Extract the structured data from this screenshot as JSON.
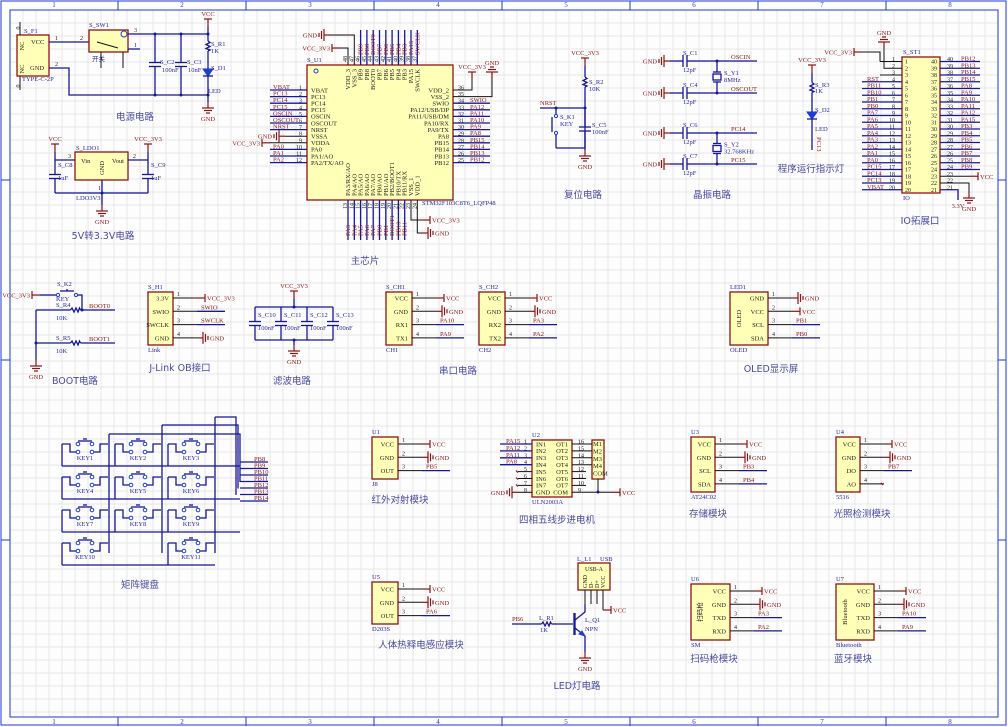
{
  "sheet": {
    "zones": [
      "1",
      "2",
      "3",
      "4",
      "5",
      "6",
      "7",
      "8"
    ]
  },
  "power": {
    "title": "电源电路",
    "f1": {
      "ref": "S_F1",
      "part": "TYPE-C-2P",
      "pin_vcc": "VCC",
      "pin_gnd": "GND",
      "pin_nc1": "NC",
      "pin_nc2": "NC",
      "num_vcc": "1",
      "num_gnd": "2",
      "num_nc1": "0",
      "num_nc2": "0"
    },
    "sw1": {
      "ref": "S_SW1",
      "label": "开关",
      "num_in": "2",
      "num_out": "3",
      "num_alt": "1"
    },
    "c2": {
      "ref": "S_C2",
      "value": "100nF"
    },
    "c3": {
      "ref": "S_C3",
      "value": "10nF"
    },
    "r1": {
      "ref": "S_R1",
      "value": "1K"
    },
    "d1": {
      "ref": "S_D1",
      "value": "LED"
    },
    "vcc": "VCC",
    "gnd": "GND"
  },
  "ldo": {
    "title": "5V转3.3V电路",
    "u": {
      "ref": "S_LDO1",
      "part": "LDO3V3",
      "vin": "Vin",
      "vout": "Vout",
      "gnd": "GND",
      "num_vin": "3",
      "num_vout": "2",
      "num_gnd": "1"
    },
    "c8": {
      "ref": "S_C8",
      "value": "1uF"
    },
    "c9": {
      "ref": "S_C9",
      "value": "1uF"
    },
    "vcc": "VCC",
    "vcc3": "VCC_3V3",
    "gnd": "GND"
  },
  "mcu": {
    "title": "主芯片",
    "ref": "S_U1",
    "part": "STM32F103C8T6_LQFP48",
    "left": [
      {
        "n": "1",
        "name": "VBAT",
        "net": "VBAT"
      },
      {
        "n": "2",
        "name": "PC13",
        "net": "PC13"
      },
      {
        "n": "3",
        "name": "PC14",
        "net": "PC14"
      },
      {
        "n": "4",
        "name": "PC15",
        "net": "PC15"
      },
      {
        "n": "5",
        "name": "OSCIN",
        "net": "OSCIN"
      },
      {
        "n": "6",
        "name": "OSCOUT",
        "net": "OSCOUT"
      },
      {
        "n": "7",
        "name": "NRST",
        "net": "NRST"
      },
      {
        "n": "8",
        "name": "VSSA",
        "net": "GND"
      },
      {
        "n": "9",
        "name": "VDDA",
        "net": "VCC_3V3"
      },
      {
        "n": "10",
        "name": "PA0",
        "net": "PA0"
      },
      {
        "n": "11",
        "name": "PA1/AO",
        "net": "PA1"
      },
      {
        "n": "12",
        "name": "PA2/TX/AO",
        "net": "PA2"
      }
    ],
    "top": [
      {
        "n": "48",
        "name": "VDD_3",
        "net": "VCC_3V3"
      },
      {
        "n": "47",
        "name": "VSS_3",
        "net": "GND"
      },
      {
        "n": "46",
        "name": "PB9",
        "net": "PB9"
      },
      {
        "n": "45",
        "name": "PB8",
        "net": "PB8"
      },
      {
        "n": "44",
        "name": "BOOT0",
        "net": "BOOT0"
      },
      {
        "n": "43",
        "name": "PB7",
        "net": "PB7"
      },
      {
        "n": "42",
        "name": "PB6",
        "net": "PB6"
      },
      {
        "n": "41",
        "name": "PB5",
        "net": "PB5"
      },
      {
        "n": "40",
        "name": "PB4",
        "net": "PB4"
      },
      {
        "n": "39",
        "name": "PB3",
        "net": "PB3"
      },
      {
        "n": "38",
        "name": "PA15",
        "net": "PA15"
      },
      {
        "n": "37",
        "name": "SWCLK",
        "net": "SWCLK"
      }
    ],
    "right": [
      {
        "n": "36",
        "name": "VDD_2",
        "net": "VCC_3V3"
      },
      {
        "n": "35",
        "name": "VSS_2",
        "net": "GND"
      },
      {
        "n": "34",
        "name": "SWIO",
        "net": "SWIO"
      },
      {
        "n": "33",
        "name": "PA12/USB/DP",
        "net": "PA12"
      },
      {
        "n": "32",
        "name": "PA11/USB/DM",
        "net": "PA11"
      },
      {
        "n": "31",
        "name": "PA10/RX",
        "net": "PA10"
      },
      {
        "n": "30",
        "name": "PA9/TX",
        "net": "PA9"
      },
      {
        "n": "29",
        "name": "PA8",
        "net": "PA8"
      },
      {
        "n": "28",
        "name": "PB15",
        "net": "PB15"
      },
      {
        "n": "27",
        "name": "PB14",
        "net": "PB14"
      },
      {
        "n": "26",
        "name": "PB13",
        "net": "PB13"
      },
      {
        "n": "25",
        "name": "PB12",
        "net": "PB12"
      }
    ],
    "bottom": [
      {
        "n": "13",
        "name": "PA3/RX/AO",
        "net": "PA3"
      },
      {
        "n": "14",
        "name": "PA4/AO",
        "net": "PA4"
      },
      {
        "n": "15",
        "name": "PA5/AO",
        "net": "PA5"
      },
      {
        "n": "16",
        "name": "PA6/AO",
        "net": "PA6"
      },
      {
        "n": "17",
        "name": "PA7/AO",
        "net": "PA7"
      },
      {
        "n": "18",
        "name": "PB0/AO",
        "net": "PB0"
      },
      {
        "n": "19",
        "name": "PB1/AO",
        "net": "PB1"
      },
      {
        "n": "20",
        "name": "PB2/BOOT1",
        "net": "BOOT1"
      },
      {
        "n": "21",
        "name": "PB10/TX",
        "net": "PB10"
      },
      {
        "n": "22",
        "name": "PB11/RX",
        "net": "PB11"
      },
      {
        "n": "23",
        "name": "VSS_1",
        "net": "VCC_3V3"
      },
      {
        "n": "24",
        "name": "VDD_1",
        "net": "GND"
      }
    ]
  },
  "reset": {
    "title": "复位电路",
    "vcc": "VCC_3V3",
    "net": "NRST",
    "gnd": "GND",
    "r2": {
      "ref": "S_R2",
      "value": "10K"
    },
    "k1": {
      "ref": "S_K1",
      "value": "KEY"
    },
    "c5": {
      "ref": "S_C5",
      "value": "100nF"
    }
  },
  "crystal": {
    "title": "晶振电路",
    "caps": [
      {
        "ref": "S_C1",
        "value": "12pF",
        "gnd": "GND",
        "net": "OSCIN"
      },
      {
        "ref": "S_C4",
        "value": "12pF",
        "gnd": "GND",
        "net": "OSCOUT"
      },
      {
        "ref": "S_C6",
        "value": "12pF",
        "gnd": "GND",
        "net": "PC14"
      },
      {
        "ref": "S_C7",
        "value": "12pF",
        "gnd": "GND",
        "net": "PC15"
      }
    ],
    "y1": {
      "ref": "S_Y1",
      "value": "8MHz"
    },
    "y2": {
      "ref": "S_Y2",
      "value": "32.768KHz"
    }
  },
  "indicator": {
    "title": "程序运行指示灯",
    "vcc": "VCC_3V3",
    "net": "PC13",
    "r3": {
      "ref": "S_R3",
      "value": "1K"
    },
    "d2": {
      "ref": "S_D2",
      "value": "LED"
    }
  },
  "io": {
    "title": "IO拓展口",
    "ref": "S_ST1",
    "part": "IO",
    "left": [
      {
        "n": "1",
        "net": "VCC_3V3"
      },
      {
        "n": "2",
        "net": "GND"
      },
      {
        "n": "3",
        "net": ""
      },
      {
        "n": "4",
        "net": "RST"
      },
      {
        "n": "5",
        "net": "PB11"
      },
      {
        "n": "6",
        "net": "PB10"
      },
      {
        "n": "7",
        "net": "PB1"
      },
      {
        "n": "8",
        "net": "PB0"
      },
      {
        "n": "9",
        "net": "PA7"
      },
      {
        "n": "10",
        "net": "PA6"
      },
      {
        "n": "11",
        "net": "PA5"
      },
      {
        "n": "12",
        "net": "PA4"
      },
      {
        "n": "13",
        "net": "PA3"
      },
      {
        "n": "14",
        "net": "PA2"
      },
      {
        "n": "15",
        "net": "PA1"
      },
      {
        "n": "16",
        "net": "PA0"
      },
      {
        "n": "17",
        "net": "PC15"
      },
      {
        "n": "18",
        "net": "PC14"
      },
      {
        "n": "19",
        "net": "PC13"
      },
      {
        "n": "20",
        "net": "VBAT"
      }
    ],
    "right": [
      {
        "n": "40",
        "net": "PB12"
      },
      {
        "n": "39",
        "net": "PB13"
      },
      {
        "n": "38",
        "net": "PB14"
      },
      {
        "n": "37",
        "net": "PB15"
      },
      {
        "n": "36",
        "net": "PA8"
      },
      {
        "n": "35",
        "net": "PA9"
      },
      {
        "n": "34",
        "net": "PA10"
      },
      {
        "n": "33",
        "net": "PA11"
      },
      {
        "n": "32",
        "net": "PA12"
      },
      {
        "n": "31",
        "net": "PA15"
      },
      {
        "n": "30",
        "net": "PB3"
      },
      {
        "n": "29",
        "net": "PB4"
      },
      {
        "n": "28",
        "net": "PB5"
      },
      {
        "n": "27",
        "net": "PB6"
      },
      {
        "n": "26",
        "net": "PB7"
      },
      {
        "n": "25",
        "net": "PB8"
      },
      {
        "n": "24",
        "net": "PB9"
      },
      {
        "n": "23",
        "net": "VCC"
      },
      {
        "n": "22",
        "net": "GND"
      },
      {
        "n": "21",
        "net": "3.3V"
      }
    ]
  },
  "boot": {
    "title": "BOOT电路",
    "vcc": "VCC_3V3",
    "gnd": "GND",
    "net0": "BOOT0",
    "net1": "BOOT1",
    "k2": {
      "ref": "S_K2",
      "value": "KEY"
    },
    "r4": {
      "ref": "S_R4",
      "value": "10K"
    },
    "r5": {
      "ref": "S_R5",
      "value": "10K"
    }
  },
  "jlink": {
    "title": "J-Link OB接口",
    "ref": "S_H1",
    "part": "Link",
    "pins": [
      {
        "n": "1",
        "name": "3.3V",
        "net": "VCC_3V3"
      },
      {
        "n": "2",
        "name": "SWIO",
        "net": "SWIO"
      },
      {
        "n": "3",
        "name": "SWCLK",
        "net": "SWCLK"
      },
      {
        "n": "4",
        "name": "GND",
        "net": "GND"
      }
    ]
  },
  "filter": {
    "title": "滤波电路",
    "vcc": "VCC_3V3",
    "gnd": "GND",
    "caps": [
      {
        "ref": "S_C10",
        "value": "100nF"
      },
      {
        "ref": "S_C11",
        "value": "100nF"
      },
      {
        "ref": "S_C12",
        "value": "100nF"
      },
      {
        "ref": "S_C13",
        "value": "100nF"
      }
    ]
  },
  "serial": {
    "title": "串口电路",
    "ch1": {
      "ref": "S_CH1",
      "part": "CH1",
      "pins": [
        {
          "n": "1",
          "name": "VCC",
          "net": "VCC"
        },
        {
          "n": "2",
          "name": "GND",
          "net": "GND"
        },
        {
          "n": "3",
          "name": "RX1",
          "net": "PA10"
        },
        {
          "n": "4",
          "name": "TX1",
          "net": "PA9"
        }
      ]
    },
    "ch2": {
      "ref": "S_CH2",
      "part": "CH2",
      "pins": [
        {
          "n": "1",
          "name": "VCC",
          "net": "VCC"
        },
        {
          "n": "2",
          "name": "GND",
          "net": "GND"
        },
        {
          "n": "3",
          "name": "RX2",
          "net": "PA3"
        },
        {
          "n": "4",
          "name": "TX2",
          "net": "PA2"
        }
      ]
    }
  },
  "oled": {
    "title": "OLED显示屏",
    "chip": {
      "ref": "LED1",
      "part": "OLED",
      "inner": "OLED",
      "pins": [
        {
          "n": "1",
          "name": "GND",
          "net": "GND"
        },
        {
          "n": "2",
          "name": "VCC",
          "net": "VCC"
        },
        {
          "n": "3",
          "name": "SCL",
          "net": "PB1"
        },
        {
          "n": "4",
          "name": "SDA",
          "net": "PB0"
        }
      ]
    }
  },
  "keypad": {
    "title": "矩阵键盘",
    "keys": [
      "KEY1",
      "KEY2",
      "KEY3",
      "KEY4",
      "KEY5",
      "KEY6",
      "KEY7",
      "KEY8",
      "KEY9",
      "KEY10",
      "KEY11"
    ],
    "nets": [
      "PB8",
      "PB9",
      "PB10",
      "PB11",
      "PB12",
      "PB13",
      "PB14"
    ]
  },
  "ir": {
    "title": "红外对射模块",
    "chip": {
      "ref": "U1",
      "part": "J8",
      "pins": [
        {
          "n": "1",
          "name": "VCC",
          "net": "VCC"
        },
        {
          "n": "2",
          "name": "GND",
          "net": "GND"
        },
        {
          "n": "3",
          "name": "OUT",
          "net": "PB5"
        }
      ]
    }
  },
  "stepper": {
    "title": "四相五线步进电机",
    "ref": "U2",
    "part": "ULN2003A",
    "gnd": "GND",
    "vcc": "VCC",
    "left": [
      {
        "n": "1",
        "name": "IN1",
        "net": "PA15"
      },
      {
        "n": "2",
        "name": "IN2",
        "net": "PA12"
      },
      {
        "n": "3",
        "name": "IN3",
        "net": "PA11"
      },
      {
        "n": "4",
        "name": "IN4",
        "net": "PA8"
      },
      {
        "n": "5",
        "name": "IN5",
        "net": ""
      },
      {
        "n": "6",
        "name": "IN6",
        "net": ""
      },
      {
        "n": "7",
        "name": "IN7",
        "net": ""
      },
      {
        "n": "8",
        "name": "GND",
        "net": "GND"
      }
    ],
    "right": [
      {
        "n": "16",
        "name": "OT1"
      },
      {
        "n": "15",
        "name": "OT2"
      },
      {
        "n": "14",
        "name": "OT3"
      },
      {
        "n": "13",
        "name": "OT4"
      },
      {
        "n": "12",
        "name": "OT5"
      },
      {
        "n": "11",
        "name": "OT6"
      },
      {
        "n": "10",
        "name": "OT7"
      },
      {
        "n": "9",
        "name": "COM"
      }
    ],
    "motor": [
      "M1",
      "M2",
      "M3",
      "M4",
      "COM"
    ]
  },
  "storage": {
    "title": "存储模块",
    "chip": {
      "ref": "U3",
      "part": "AT24C02",
      "pins": [
        {
          "n": "1",
          "name": "VCC",
          "net": "VCC"
        },
        {
          "n": "2",
          "name": "GND",
          "net": "GND"
        },
        {
          "n": "3",
          "name": "SCL",
          "net": "PB3"
        },
        {
          "n": "4",
          "name": "SDA",
          "net": "PB4"
        }
      ]
    }
  },
  "light": {
    "title": "光照检测模块",
    "chip": {
      "ref": "U4",
      "part": "5516",
      "pins": [
        {
          "n": "1",
          "name": "VCC",
          "net": "VCC"
        },
        {
          "n": "2",
          "name": "GND",
          "net": "GND"
        },
        {
          "n": "3",
          "name": "DO",
          "net": "PB7"
        },
        {
          "n": "4",
          "name": "AO",
          "net": ""
        }
      ]
    }
  },
  "pir": {
    "title": "人体热释电感应模块",
    "chip": {
      "ref": "U5",
      "part": "D203S",
      "pins": [
        {
          "n": "1",
          "name": "VCC",
          "net": "VCC"
        },
        {
          "n": "2",
          "name": "GND",
          "net": "GND"
        },
        {
          "n": "3",
          "name": "OUT",
          "net": "PA6"
        }
      ]
    }
  },
  "ledlight": {
    "title": "LED灯电路",
    "net": "PB6",
    "vcc": "VCC",
    "gnd": "GND",
    "usb": {
      "ref": "L_L1",
      "part": "USB",
      "label": "USB-A",
      "pins": [
        "GND",
        "D-",
        "D+",
        "VCC"
      ]
    },
    "r1": {
      "ref": "L_R1",
      "value": "1K"
    },
    "q1": {
      "ref": "L_Q1",
      "value": "NPN"
    }
  },
  "scanner": {
    "title": "扫码枪模块",
    "chip": {
      "ref": "U6",
      "part": "SM",
      "inner": "扫码枪",
      "pins": [
        {
          "n": "1",
          "name": "VCC",
          "net": "VCC"
        },
        {
          "n": "2",
          "name": "GND",
          "net": "GND"
        },
        {
          "n": "3",
          "name": "TXD",
          "net": "PA3"
        },
        {
          "n": "4",
          "name": "RXD",
          "net": "PA2"
        }
      ]
    }
  },
  "bluetooth": {
    "title": "蓝牙模块",
    "chip": {
      "ref": "U7",
      "part": "Bluetooth",
      "inner": "Bluetooth",
      "pins": [
        {
          "n": "1",
          "name": "VCC",
          "net": "VCC"
        },
        {
          "n": "2",
          "name": "GND",
          "net": "GND"
        },
        {
          "n": "3",
          "name": "TXD",
          "net": "PA10"
        },
        {
          "n": "4",
          "name": "RXD",
          "net": "PA9"
        }
      ]
    }
  }
}
